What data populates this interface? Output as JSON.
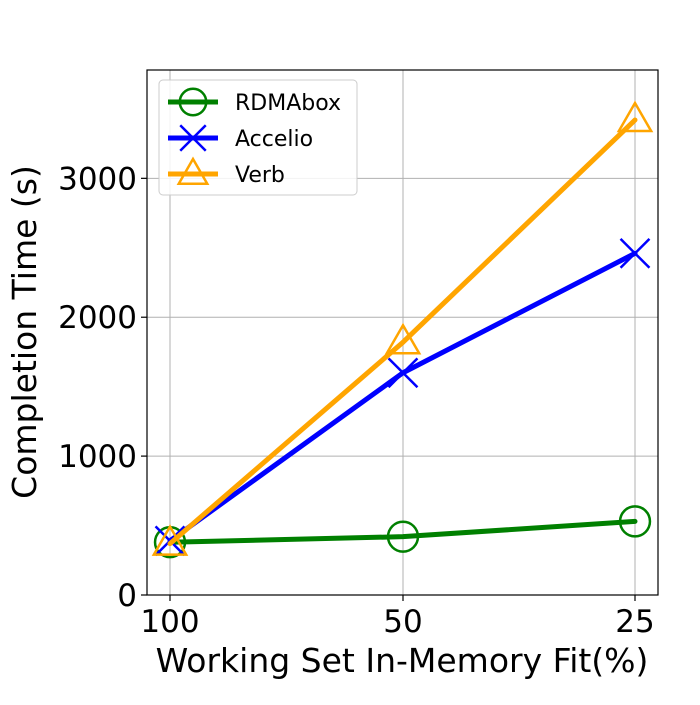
{
  "chart_data": {
    "type": "line",
    "title": "",
    "xlabel": "Working Set In-Memory Fit(%)",
    "ylabel": "Completion Time (s)",
    "categories": [
      "100",
      "50",
      "25"
    ],
    "ylim": [
      0,
      3780
    ],
    "yticks": [
      "0",
      "1000",
      "2000",
      "3000"
    ],
    "grid": true,
    "legend": "top-left",
    "series": [
      {
        "name": "RDMAbox",
        "values": [
          380,
          420,
          530
        ],
        "color": "#008000",
        "marker": "circle-open"
      },
      {
        "name": "Accelio",
        "values": [
          390,
          1600,
          2460
        ],
        "color": "#0000ff",
        "marker": "x"
      },
      {
        "name": "Verb",
        "values": [
          370,
          1820,
          3420
        ],
        "color": "#ffa500",
        "marker": "triangle-open"
      }
    ]
  }
}
